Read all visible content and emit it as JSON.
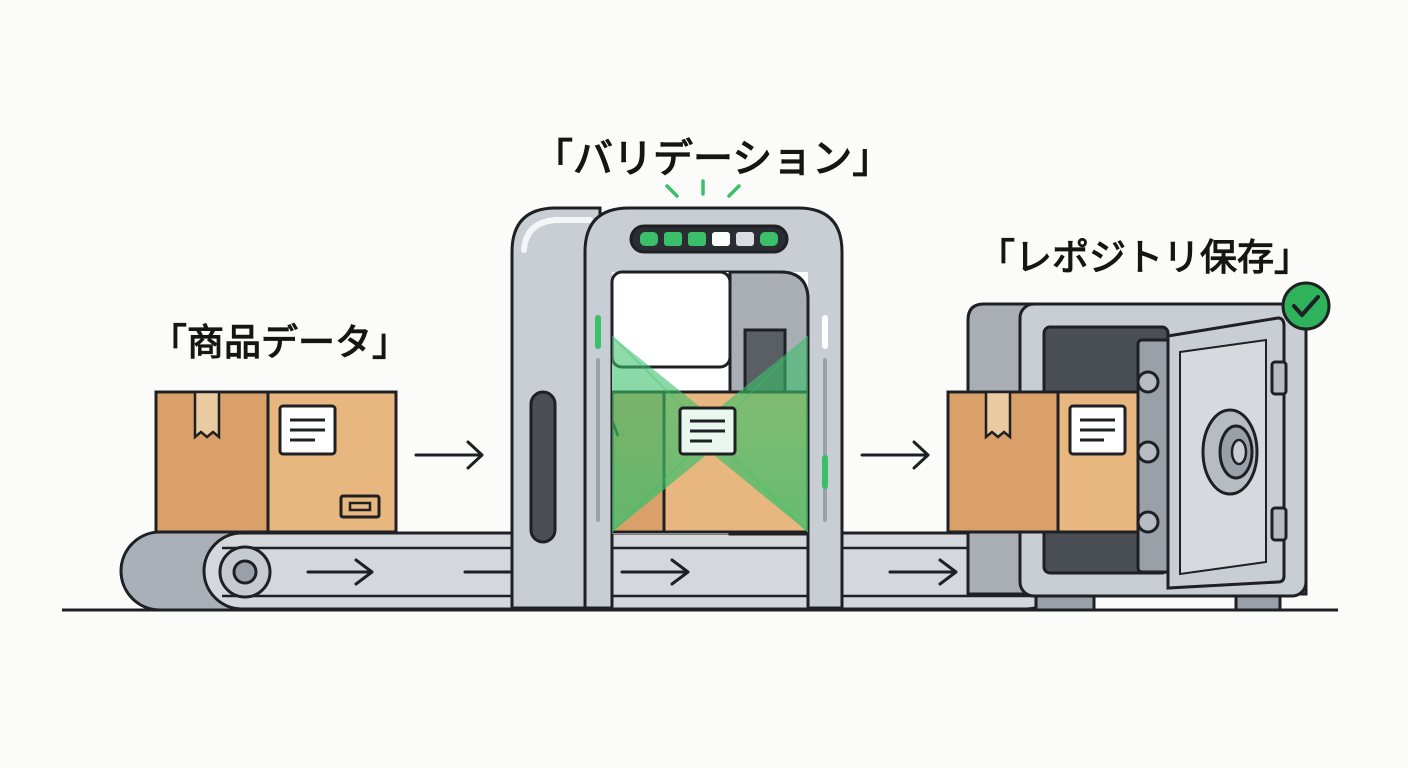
{
  "labels": {
    "product_data": "「商品データ」",
    "validation": "「バリデーション」",
    "repository_storage": "「レポジトリ保存」"
  },
  "icons": {
    "flow_arrows": "right-arrow-icon",
    "belt_arrows": "right-arrow-icon",
    "status_badge": "check-circle-icon",
    "document_labels": "document-label-icon"
  },
  "colors": {
    "outline": "#1f2024",
    "box_left": "#d9a06a",
    "box_right": "#e8b67f",
    "box_tape": "#eacaa0",
    "machine": "#c9ced4",
    "machine_dark": "#a9aeb5",
    "safe_interior": "#4a4e55",
    "scan_green": "#3bbf6a",
    "check_badge": "#2fb35a",
    "background": "#fbfbfa"
  }
}
